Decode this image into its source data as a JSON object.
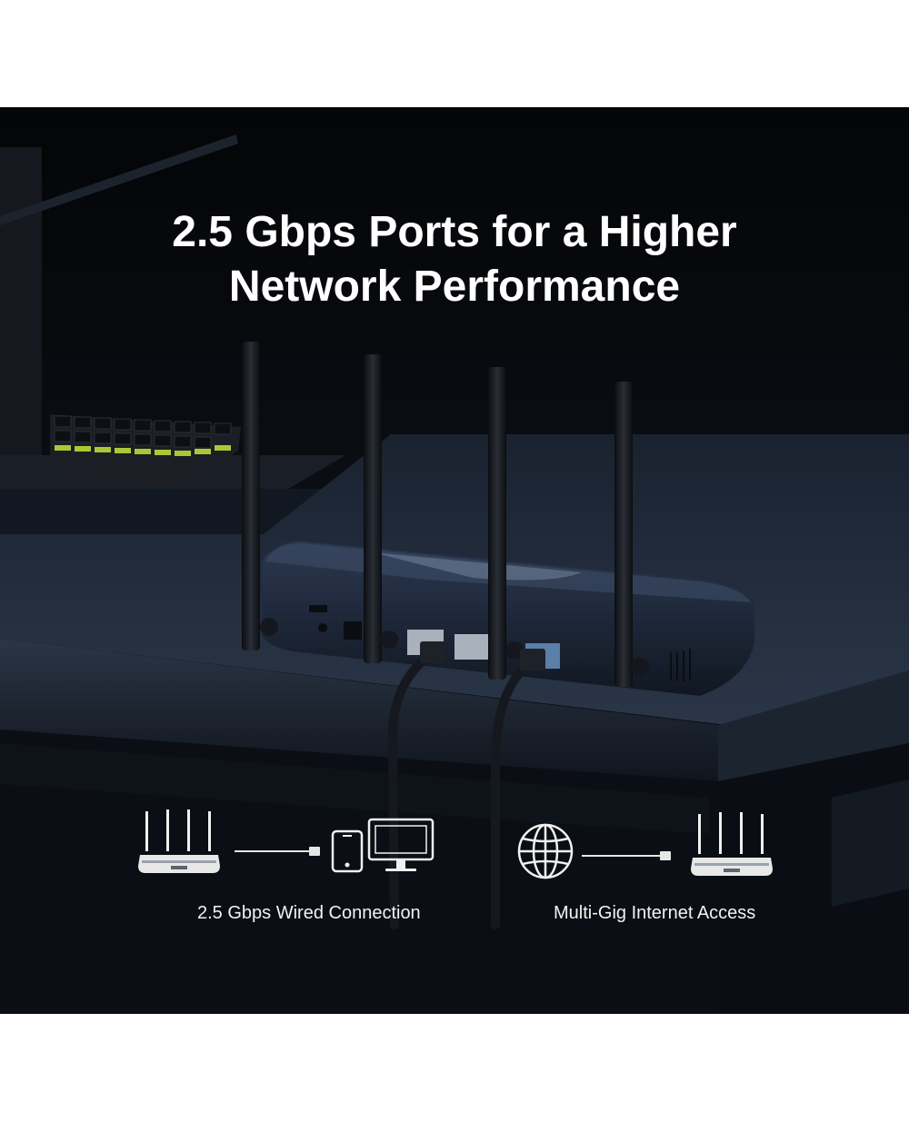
{
  "headline": {
    "line1": "2.5 Gbps Ports for a Higher",
    "line2": "Network Performance"
  },
  "features": [
    {
      "caption": "2.5 Gbps Wired Connection",
      "icons": [
        "router-icon",
        "cable-icon",
        "phone-icon",
        "monitor-icon"
      ]
    },
    {
      "caption": "Multi-Gig Internet Access",
      "icons": [
        "globe-icon",
        "cable-icon",
        "router-icon"
      ]
    }
  ],
  "colors": {
    "background": "#0a0d12",
    "text": "#ffffff",
    "keyboard_accent": "#c8e43a"
  }
}
